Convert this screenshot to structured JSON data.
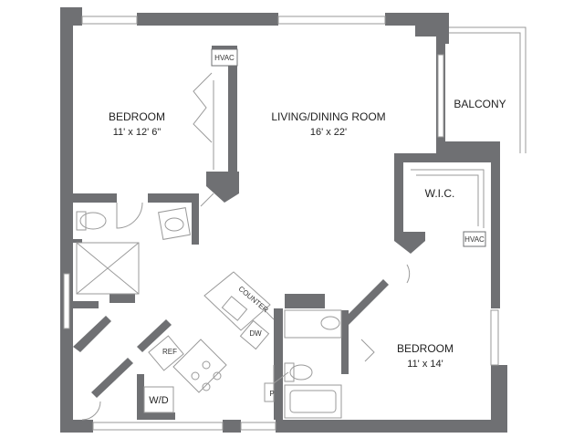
{
  "rooms": {
    "bedroom_1": {
      "label": "BEDROOM",
      "dimensions": "11' x 12' 6\""
    },
    "living": {
      "label": "LIVING/DINING ROOM",
      "dimensions": "16' x 22'"
    },
    "balcony": {
      "label": "BALCONY"
    },
    "wic": {
      "label": "W.I.C."
    },
    "bedroom_2": {
      "label": "BEDROOM",
      "dimensions": "11' x 14'"
    }
  },
  "fixtures": {
    "hvac_1": "HVAC",
    "hvac_2": "HVAC",
    "counter": "COUNTER",
    "dw": "DW",
    "ref": "REF",
    "wd": "W/D",
    "pantry": "P"
  },
  "colors": {
    "wall": "#6f7073",
    "line": "#9a9a9a",
    "window": "#cfcfcf"
  }
}
